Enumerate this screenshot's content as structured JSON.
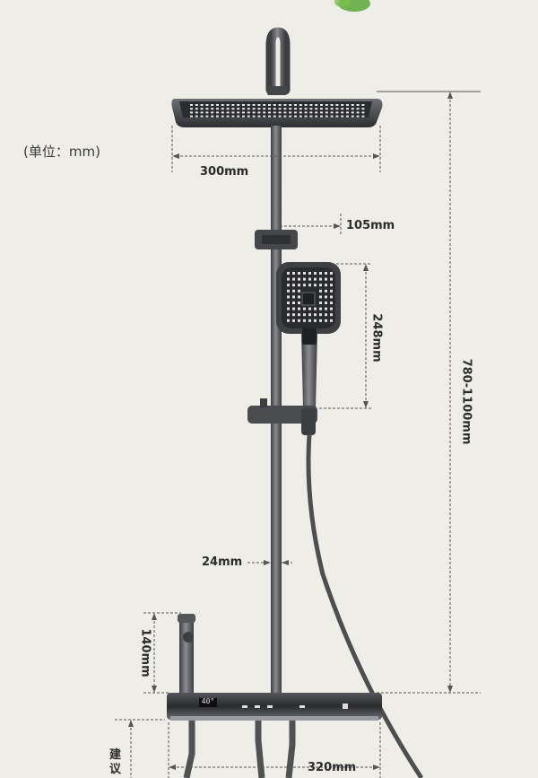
{
  "unit_note": "(单位：mm)",
  "dimensions": {
    "head_width": "300mm",
    "holder_offset": "105mm",
    "handheld_height": "248mm",
    "total_height": "780-1100mm",
    "pipe_diameter": "24mm",
    "spout_height": "140mm",
    "base_width": "320mm"
  },
  "note_vertical": [
    "建",
    "议"
  ],
  "display_text": "40°",
  "colors": {
    "background": "#efede8",
    "metal": "#5a5b5f",
    "metal_dark": "#3b3c40",
    "dim_line": "#555555",
    "accent_green": "#5aa838"
  }
}
